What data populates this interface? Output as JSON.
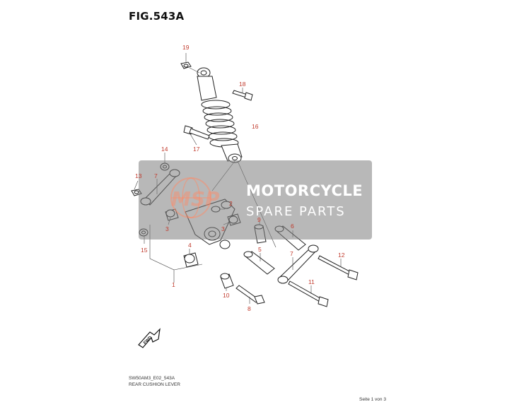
{
  "figure": {
    "title": "FIG.543A",
    "code": "SW50AM3_E02_543A",
    "caption": "REAR CUSHION LEVER",
    "page": "Seite 1 von 3"
  },
  "watermark": {
    "logo_text": "MSP",
    "line1": "MOTORCYCLE",
    "line2": "SPARE PARTS",
    "panel_color": "#7d7d7d",
    "accent_color": "#ff8a65"
  },
  "callout_color": "#c0392b",
  "fwd_label": "FWD",
  "callouts": {
    "c1": "1",
    "c2": "2",
    "c3a": "3",
    "c3b": "3",
    "c4": "4",
    "c5": "5",
    "c6": "6",
    "c7a": "7",
    "c7b": "7",
    "c8": "8",
    "c9": "9",
    "c10": "10",
    "c11": "11",
    "c12": "12",
    "c13": "13",
    "c14": "14",
    "c15": "15",
    "c16": "16",
    "c17": "17",
    "c18": "18",
    "c19": "19"
  }
}
